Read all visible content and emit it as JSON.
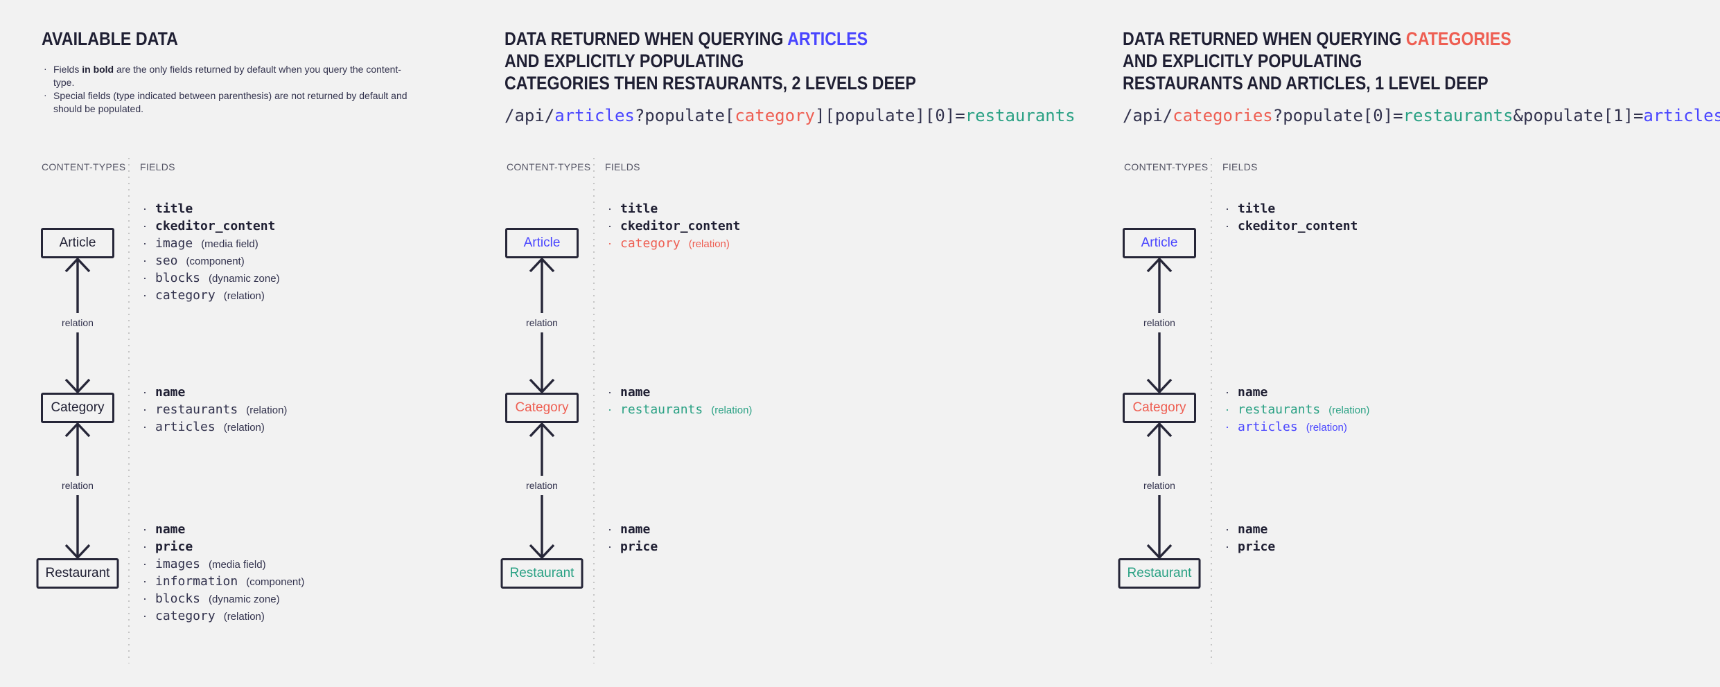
{
  "colors": {
    "background": "#f2f2f2",
    "ink": "#1f1f33",
    "ink_soft": "#32324d",
    "muted": "#555565",
    "blue": "#4945ff",
    "red": "#ee5e52",
    "teal": "#2aa184",
    "line": "#262638",
    "dot": "#c5c5c5"
  },
  "columns": [
    {
      "title_lines": [
        [
          {
            "text": "AVAILABLE DATA",
            "color": "dark"
          }
        ]
      ],
      "notes": [
        {
          "pre": "Fields ",
          "bold": "in bold",
          "post": " are the only fields returned by default when you query the content-type."
        },
        {
          "pre": "Special fields (type indicated between parenthesis) are not returned by default and should be populated.",
          "bold": "",
          "post": ""
        }
      ],
      "lane_headers": {
        "content_types": "CONTENT-TYPES",
        "fields": "FIELDS"
      },
      "relation_labels": [
        "relation",
        "relation"
      ],
      "entities": [
        {
          "label": "Article",
          "color": "dark",
          "fields": [
            {
              "name": "title",
              "bold": true,
              "type": "",
              "color": "dark"
            },
            {
              "name": "ckeditor_content",
              "bold": true,
              "type": "",
              "color": "dark"
            },
            {
              "name": "image",
              "bold": false,
              "type": "(media field)",
              "color": "dark"
            },
            {
              "name": "seo",
              "bold": false,
              "type": "(component)",
              "color": "dark"
            },
            {
              "name": "blocks",
              "bold": false,
              "type": "(dynamic zone)",
              "color": "dark"
            },
            {
              "name": "category",
              "bold": false,
              "type": "(relation)",
              "color": "dark"
            }
          ]
        },
        {
          "label": "Category",
          "color": "dark",
          "fields": [
            {
              "name": "name",
              "bold": true,
              "type": "",
              "color": "dark"
            },
            {
              "name": "restaurants",
              "bold": false,
              "type": "(relation)",
              "color": "dark"
            },
            {
              "name": "articles",
              "bold": false,
              "type": "(relation)",
              "color": "dark"
            }
          ]
        },
        {
          "label": "Restaurant",
          "color": "dark",
          "fields": [
            {
              "name": "name",
              "bold": true,
              "type": "",
              "color": "dark"
            },
            {
              "name": "price",
              "bold": true,
              "type": "",
              "color": "dark"
            },
            {
              "name": "images",
              "bold": false,
              "type": "(media field)",
              "color": "dark"
            },
            {
              "name": "information",
              "bold": false,
              "type": "(component)",
              "color": "dark"
            },
            {
              "name": "blocks",
              "bold": false,
              "type": "(dynamic zone)",
              "color": "dark"
            },
            {
              "name": "category",
              "bold": false,
              "type": "(relation)",
              "color": "dark"
            }
          ]
        }
      ]
    },
    {
      "title_lines": [
        [
          {
            "text": "DATA RETURNED WHEN QUERYING ",
            "color": "dark"
          },
          {
            "text": "ARTICLES",
            "color": "blue"
          }
        ],
        [
          {
            "text": "AND EXPLICITLY POPULATING",
            "color": "dark"
          }
        ],
        [
          {
            "text": "CATEGORIES THEN RESTAURANTS, 2 LEVELS DEEP",
            "color": "dark"
          }
        ]
      ],
      "url_segments": [
        {
          "text": "/api/",
          "color": "dark"
        },
        {
          "text": "articles",
          "color": "blue"
        },
        {
          "text": "?populate[",
          "color": "dark"
        },
        {
          "text": "category",
          "color": "red"
        },
        {
          "text": "][populate][0]=",
          "color": "dark"
        },
        {
          "text": "restaurants",
          "color": "teal"
        }
      ],
      "lane_headers": {
        "content_types": "CONTENT-TYPES",
        "fields": "FIELDS"
      },
      "relation_labels": [
        "relation",
        "relation"
      ],
      "entities": [
        {
          "label": "Article",
          "color": "blue",
          "fields": [
            {
              "name": "title",
              "bold": true,
              "type": "",
              "color": "dark"
            },
            {
              "name": "ckeditor_content",
              "bold": true,
              "type": "",
              "color": "dark"
            },
            {
              "name": "category",
              "bold": false,
              "type": "(relation)",
              "color": "red"
            }
          ]
        },
        {
          "label": "Category",
          "color": "red",
          "fields": [
            {
              "name": "name",
              "bold": true,
              "type": "",
              "color": "dark"
            },
            {
              "name": "restaurants",
              "bold": false,
              "type": "(relation)",
              "color": "teal"
            }
          ]
        },
        {
          "label": "Restaurant",
          "color": "teal",
          "fields": [
            {
              "name": "name",
              "bold": true,
              "type": "",
              "color": "dark"
            },
            {
              "name": "price",
              "bold": true,
              "type": "",
              "color": "dark"
            }
          ]
        }
      ]
    },
    {
      "title_lines": [
        [
          {
            "text": "DATA RETURNED WHEN QUERYING ",
            "color": "dark"
          },
          {
            "text": "CATEGORIES",
            "color": "red"
          }
        ],
        [
          {
            "text": "AND EXPLICITLY POPULATING",
            "color": "dark"
          }
        ],
        [
          {
            "text": "RESTAURANTS AND ARTICLES, 1 LEVEL DEEP",
            "color": "dark"
          }
        ]
      ],
      "url_segments": [
        {
          "text": "/api/",
          "color": "dark"
        },
        {
          "text": "categories",
          "color": "red"
        },
        {
          "text": "?populate[0]=",
          "color": "dark"
        },
        {
          "text": "restaurants",
          "color": "teal"
        },
        {
          "text": "&populate[1]=",
          "color": "dark"
        },
        {
          "text": "articles",
          "color": "blue"
        }
      ],
      "lane_headers": {
        "content_types": "CONTENT-TYPES",
        "fields": "FIELDS"
      },
      "relation_labels": [
        "relation",
        "relation"
      ],
      "entities": [
        {
          "label": "Article",
          "color": "blue",
          "fields": [
            {
              "name": "title",
              "bold": true,
              "type": "",
              "color": "dark"
            },
            {
              "name": "ckeditor_content",
              "bold": true,
              "type": "",
              "color": "dark"
            }
          ]
        },
        {
          "label": "Category",
          "color": "red",
          "fields": [
            {
              "name": "name",
              "bold": true,
              "type": "",
              "color": "dark"
            },
            {
              "name": "restaurants",
              "bold": false,
              "type": "(relation)",
              "color": "teal"
            },
            {
              "name": "articles",
              "bold": false,
              "type": "(relation)",
              "color": "blue"
            }
          ]
        },
        {
          "label": "Restaurant",
          "color": "teal",
          "fields": [
            {
              "name": "name",
              "bold": true,
              "type": "",
              "color": "dark"
            },
            {
              "name": "price",
              "bold": true,
              "type": "",
              "color": "dark"
            }
          ]
        }
      ]
    }
  ]
}
